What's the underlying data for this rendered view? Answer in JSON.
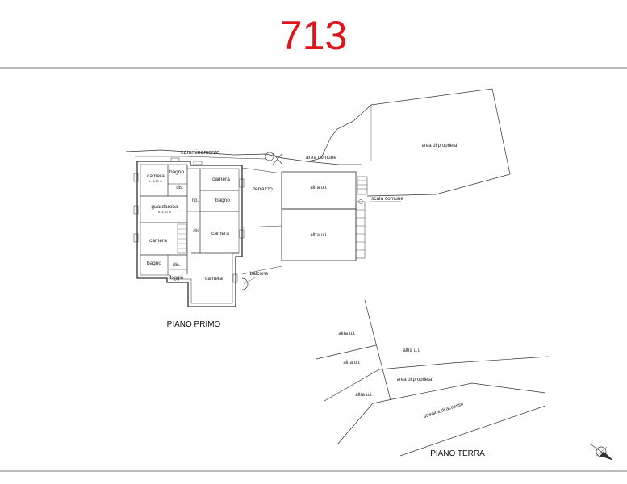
{
  "sheet": {
    "number": "713"
  },
  "piano_primo": {
    "title": "PIANO PRIMO",
    "rooms": {
      "camminamento": "camminamento",
      "camera_nw": "camera",
      "camera_nw_height": "h. 3,20 m",
      "bagno_n": "bagno",
      "dis_1": "dis.",
      "camera_ne": "camera",
      "guardaroba": "guardaroba",
      "guardaroba_height": "h. 3,20 m",
      "rip": "rip.",
      "bagno_c": "bagno",
      "terrazzo": "terrazzo",
      "dis_2": "dis.",
      "camera_e": "camera",
      "camera_w": "camera",
      "bagno_s": "bagno",
      "dis_3": "dis.",
      "loggia": "loggia",
      "camera_s": "camera",
      "balcone": "balcone"
    },
    "site": {
      "area_comune": "area comune",
      "altra_ui_1": "altra u.i.",
      "altra_ui_2": "altra u.i.",
      "scala_comune": "scala comune",
      "area_proprieta": "area di proprieta'"
    }
  },
  "piano_terra": {
    "title": "PIANO TERRA",
    "labels": {
      "altra_ui_a": "altra u.i.",
      "altra_ui_b": "altra u.i.",
      "altra_ui_c": "altra u.i.",
      "altra_ui_d": "altra u.i.",
      "area_proprieta": "area di proprieta'",
      "stradina": "stradina di accesso"
    }
  },
  "icons": {
    "north": "north-arrow-icon"
  },
  "colors": {
    "sheet_number": "#e0141b",
    "line": "#333333"
  }
}
